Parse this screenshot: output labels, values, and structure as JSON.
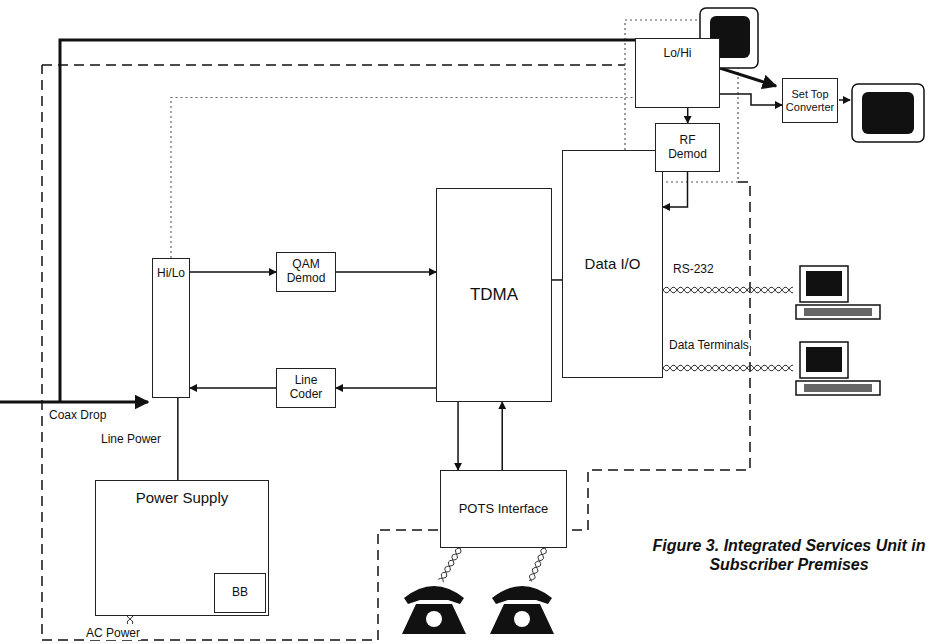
{
  "diagram": {
    "caption": "Figure 3. Integrated Services Unit in Subscriber Premises",
    "nodes": [
      {
        "text": [
          "Hi/Lo"
        ]
      },
      {
        "text": [
          "QAM Demod"
        ]
      },
      {
        "text": [
          "Line Coder"
        ]
      },
      {
        "text": [
          "TDMA"
        ]
      },
      {
        "text": [
          "Data I/O"
        ]
      },
      {
        "text": [
          "Lo/Hi"
        ]
      },
      {
        "text": [
          "RF Demod"
        ]
      },
      {
        "text": [
          "Set Top Converter"
        ]
      },
      {
        "text": [
          "POTS Interface"
        ]
      },
      {
        "text": [
          "Power Supply"
        ]
      },
      {
        "text": [
          "BB"
        ],
        "in": 9
      }
    ],
    "edges": [
      {
        "from": 0,
        "to": 1,
        "arrow": "to"
      },
      {
        "from": 1,
        "to": 3,
        "arrow": "to"
      },
      {
        "from": 3,
        "to": 2,
        "arrow": "to"
      },
      {
        "from": 2,
        "to": 0,
        "arrow": "to"
      },
      {
        "from": 3,
        "to": 4,
        "arrow": "none"
      },
      {
        "from": 3,
        "to": 8,
        "arrow": "to"
      },
      {
        "from": 8,
        "to": 3,
        "arrow": "to"
      },
      {
        "from": 0,
        "to": 9,
        "arrow": "none"
      },
      {
        "from": 5,
        "to": 6,
        "arrow": "to"
      },
      {
        "from": 6,
        "to": 4,
        "arrow": "to"
      },
      {
        "from": 5,
        "to": 7,
        "arrow": "to"
      },
      {
        "from": 0,
        "to": 5,
        "arrow": "none"
      }
    ],
    "labels": [
      "Coax Drop",
      "Line Power",
      "AC Power",
      "RS-232",
      "Data Terminals"
    ]
  }
}
